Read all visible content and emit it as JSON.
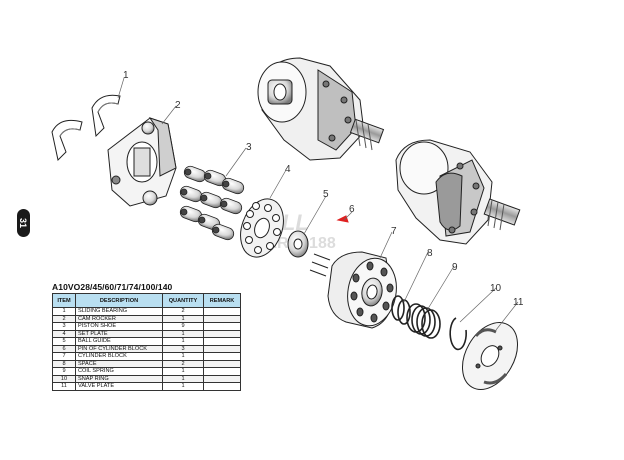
{
  "page_tab": {
    "text": "31"
  },
  "table": {
    "title": "A10VO28/45/60/71/74/100/140",
    "headers": {
      "item": "ITEM",
      "description": "DESCRIPTION",
      "quantity": "QUANTITY",
      "remark": "REMARK"
    },
    "rows": [
      {
        "item": "1",
        "description": "SLIDING BEARING",
        "quantity": "2",
        "remark": ""
      },
      {
        "item": "2",
        "description": "CAM ROCKER",
        "quantity": "1",
        "remark": ""
      },
      {
        "item": "3",
        "description": "PISTON SHOE",
        "quantity": "9",
        "remark": ""
      },
      {
        "item": "4",
        "description": "SET PLATE",
        "quantity": "1",
        "remark": ""
      },
      {
        "item": "5",
        "description": "BALL GUIDE",
        "quantity": "1",
        "remark": ""
      },
      {
        "item": "6",
        "description": "PIN OF CYLINDER BLOCK",
        "quantity": "3",
        "remark": ""
      },
      {
        "item": "7",
        "description": "CYLINDER BLOCK",
        "quantity": "1",
        "remark": ""
      },
      {
        "item": "8",
        "description": "SPACE",
        "quantity": "2",
        "remark": ""
      },
      {
        "item": "9",
        "description": "COIL SPRING",
        "quantity": "1",
        "remark": ""
      },
      {
        "item": "10",
        "description": "SNAP RING",
        "quantity": "1",
        "remark": ""
      },
      {
        "item": "11",
        "description": "VALVE PLATE",
        "quantity": "1",
        "remark": ""
      }
    ]
  },
  "callouts": {
    "c1": "1",
    "c2": "2",
    "c3": "3",
    "c4": "4",
    "c5": "5",
    "c6": "6",
    "c7": "7",
    "c8": "8",
    "c9": "9",
    "c10": "10",
    "c11": "11"
  },
  "watermark": {
    "line1": "ALL",
    "line2": "PARTS188"
  },
  "colors": {
    "table_header": "#b9dff1",
    "line": "#333333",
    "shade": "#9a9a9a",
    "watermark": "#c0c0c0",
    "marker": "#e02020"
  }
}
